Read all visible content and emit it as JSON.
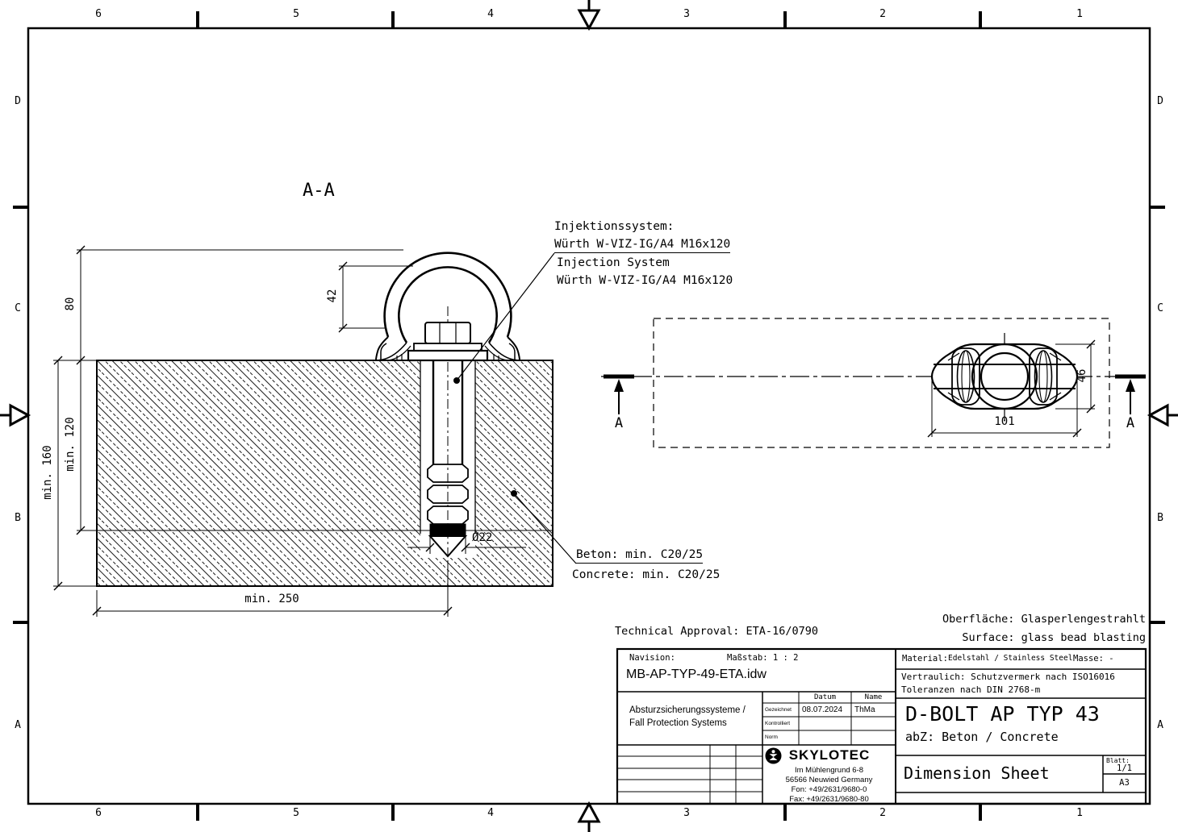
{
  "colors": {
    "ink": "#000000",
    "paper": "#ffffff"
  },
  "frame": {
    "cols": [
      "6",
      "5",
      "4",
      "3",
      "2",
      "1"
    ],
    "rows": [
      "D",
      "C",
      "B",
      "A"
    ]
  },
  "views": {
    "section_label": "A-A",
    "section_marker": "A"
  },
  "annotations": {
    "injection_de_1": "Injektionssystem:",
    "injection_de_2": "Würth W-VIZ-IG/A4 M16x120",
    "injection_en_1": "Injection System",
    "injection_en_2": "Würth W-VIZ-IG/A4 M16x120",
    "concrete_de": "Beton: min. C20/25",
    "concrete_en": "Concrete: min. C20/25",
    "approval": "Technical Approval: ETA-16/0790",
    "surface_de": "Oberfläche: Glasperlengestrahlt",
    "surface_en": "Surface: glass bead blasting"
  },
  "dimensions": {
    "ring_height": "80",
    "ring_opening": "42",
    "embed_total": "min. 160",
    "embed_depth": "min. 120",
    "bolt_dia": "Ø22",
    "edge_distance": "min. 250",
    "plate_length": "101",
    "plate_width": "46"
  },
  "title_block": {
    "navision_label": "Navision:",
    "scale_label": "Maßstab: 1 : 2",
    "file_name": "MB-AP-TYP-49-ETA.idw",
    "department_de": "Absturzsicherungssysteme /",
    "department_en": "Fall Protection Systems",
    "col_date": "Datum",
    "col_name": "Name",
    "row_drawn": "Gezeichnet",
    "row_checked": "Kontrolliert",
    "row_norm": "Norm",
    "drawn_date": "08.07.2024",
    "drawn_name": "ThMa",
    "company": "SKYLOTEC",
    "address_1": "Im Mühlengrund 6-8",
    "address_2": "56566 Neuwied Germany",
    "address_3": "Fon: +49/2631/9680-0",
    "address_4": "Fax: +49/2631/9680-80",
    "material_label": "Material:",
    "material_value": "Edelstahl / Stainless Steel",
    "mass_label": "Masse: -",
    "confidential": "Vertraulich: Schutzvermerk nach ISO16016",
    "tolerance": "Toleranzen nach DIN 2768-m",
    "product_title": "D-BOLT AP TYP 43",
    "product_subtitle": "abZ: Beton / Concrete",
    "sheet_type": "Dimension Sheet",
    "blatt_label": "Blatt:",
    "blatt_value": "1/1",
    "paper_size": "A3"
  }
}
